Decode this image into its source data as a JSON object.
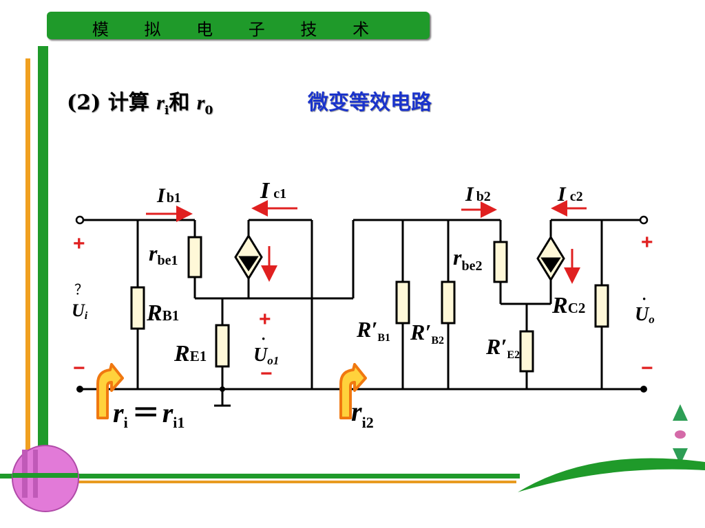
{
  "header": {
    "title": "模 拟 电 子 技 术"
  },
  "slide": {
    "title_prefix": "(2)  计算 ",
    "title_r": "r",
    "title_sub_i": "i",
    "title_and": "和 ",
    "title_r0": "r",
    "title_sub_0": "0",
    "subtitle": "微变等效电路"
  },
  "circuit": {
    "ib1": {
      "main": "I",
      "sub": "b1"
    },
    "ic1": {
      "main": "I",
      "sub": "c1"
    },
    "ib2": {
      "main": "I",
      "sub": "b2"
    },
    "ic2": {
      "main": "I",
      "sub": "c2"
    },
    "rbe1": {
      "main": "r",
      "sub": "be1"
    },
    "rbe2": {
      "main": "r",
      "sub": "be2"
    },
    "rb1": {
      "main": "R",
      "sub": "B1"
    },
    "re1": {
      "main": "R",
      "sub": "E1"
    },
    "rb1p": {
      "main": "R′",
      "sub": "B1"
    },
    "rb2p": {
      "main": "R′",
      "sub": "B2"
    },
    "re2p": {
      "main": "R′",
      "sub": "E2"
    },
    "rc2": {
      "main": "R",
      "sub": "C2"
    },
    "ui": {
      "main": "U",
      "sub": "i",
      "top": "？"
    },
    "uo1": {
      "main": "U",
      "sub": "o1"
    },
    "uo": {
      "main": "U",
      "sub": "o"
    },
    "plus": "+",
    "minus": "−",
    "ri_eq": {
      "r": "r",
      "sub_i": "i",
      "eq": "＝",
      "r2": "r",
      "sub_i1": "i1"
    },
    "ri2": {
      "r": "r",
      "sub": "i2"
    }
  },
  "colors": {
    "header_green": "#1f9a2a",
    "title_blue": "#1a33cc",
    "arrow_red": "#e02020",
    "resistor_fill": "#fff8d8",
    "ri_arrow_orange": "#f07810",
    "ri_arrow_yellow": "#ffd23c",
    "nav_green": "#2d9e55",
    "logo_pink": "#e27ad8"
  }
}
